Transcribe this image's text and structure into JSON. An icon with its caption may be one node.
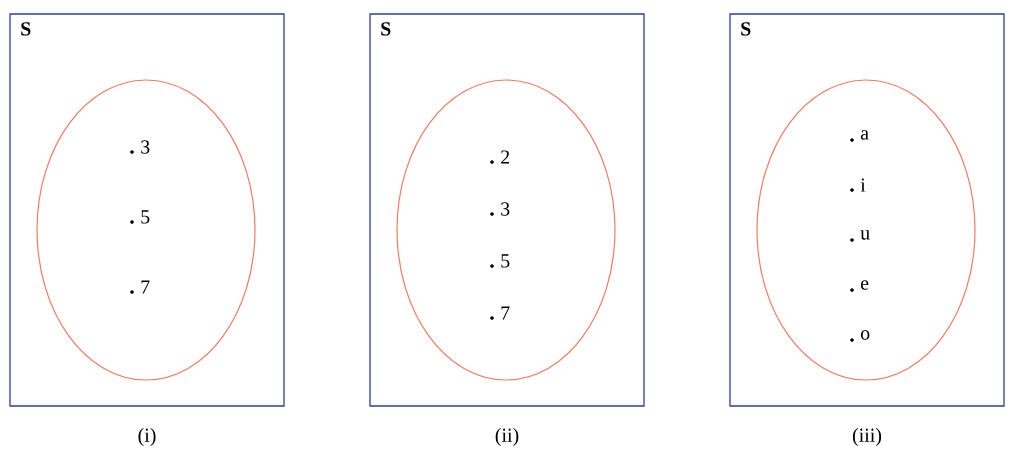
{
  "diagram": {
    "nodes": [
      {
        "text": [
          "S"
        ],
        "beside": [
          "(i)"
        ]
      },
      {
        "text": [
          "3",
          "5",
          "7"
        ],
        "in": 0
      },
      {
        "text": [
          "S"
        ],
        "beside": [
          "(ii)"
        ]
      },
      {
        "text": [
          "2",
          "3",
          "5",
          "7"
        ],
        "in": 2
      },
      {
        "text": [
          "S"
        ],
        "beside": [
          "(iii)"
        ]
      },
      {
        "text": [
          "a",
          "i",
          "u",
          "e",
          "o"
        ],
        "in": 4
      }
    ]
  }
}
